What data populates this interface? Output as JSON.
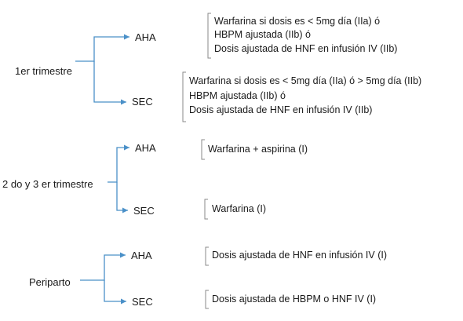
{
  "stages": [
    {
      "label": "1er trimestre",
      "branches": [
        {
          "label": "AHA",
          "lines": [
            "Warfarina si dosis es < 5mg día (IIa) ó",
            "HBPM ajustada (IIb) ó",
            "Dosis ajustada de HNF en infusión IV (IIb)"
          ]
        },
        {
          "label": "SEC",
          "lines": [
            "Warfarina si dosis es < 5mg día (IIa) ó > 5mg día (IIb)",
            "HBPM ajustada (IIb) ó",
            "Dosis ajustada de HNF en infusión IV (IIb)"
          ]
        }
      ]
    },
    {
      "label": "2 do y 3 er trimestre",
      "branches": [
        {
          "label": "AHA",
          "lines": [
            "Warfarina + aspirina (I)"
          ]
        },
        {
          "label": "SEC",
          "lines": [
            "Warfarina (I)"
          ]
        }
      ]
    },
    {
      "label": "Periparto",
      "branches": [
        {
          "label": "AHA",
          "lines": [
            "Dosis ajustada de HNF en infusión IV (I)"
          ]
        },
        {
          "label": "SEC",
          "lines": [
            "Dosis ajustada de HBPM o HNF IV (I)"
          ]
        }
      ]
    }
  ],
  "colors": {
    "connector": "#4a90c8",
    "bracket": "#8a8a8a",
    "text": "#1a1a1a"
  }
}
